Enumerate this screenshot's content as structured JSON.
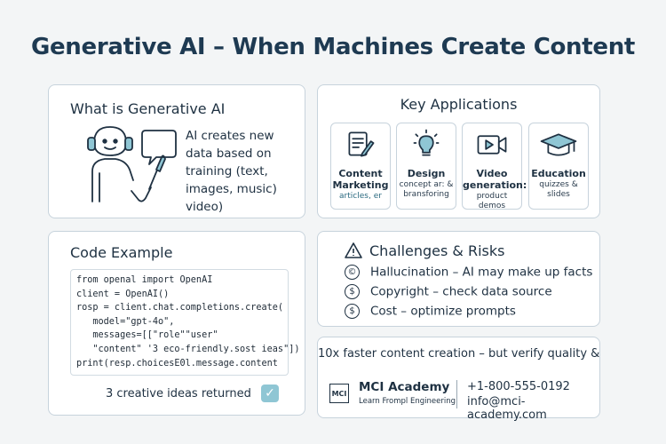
{
  "title": "Generative AI – When Machines Create Content",
  "what": {
    "heading": "What is Generative AI",
    "lines": [
      "AI creates new",
      "data based on",
      "training (text,",
      "images, music)",
      "video)"
    ]
  },
  "apps": {
    "heading": "Key Applications",
    "items": [
      {
        "title": "Content Marketing",
        "sub": "articles, er",
        "icon": "document-pen-icon"
      },
      {
        "title": "Design",
        "sub": "concept ar: & bransforing",
        "icon": "lightbulb-icon"
      },
      {
        "title": "Video generation:",
        "sub": "product demos",
        "icon": "video-camera-icon"
      },
      {
        "title": "Education",
        "sub": "quizzes & slides",
        "icon": "graduation-cap-icon"
      }
    ]
  },
  "code": {
    "heading": "Code Example",
    "lines": [
      "from openal import OpenAI",
      "client = OpenAI()",
      "rosp = client.chat.completions.create(",
      "   model=\"gpt-4o\",",
      "   messages=[[\"role\"\"user\"",
      "   \"content\" '3 eco-friendly.sost ieas\"])",
      "print(resp.choicesE0l.message.content"
    ],
    "result": "3 creative ideas returned"
  },
  "challenges": {
    "heading": "Challenges & Risks",
    "items": [
      {
        "text": "Hallucination – AI may make up facts",
        "glyph": "©"
      },
      {
        "text": "Copyright – check data source",
        "glyph": "$"
      },
      {
        "text": "Cost – optimize prompts",
        "glyph": "$"
      }
    ]
  },
  "footer": {
    "tagline": "10x faster content creation – but verify quality &",
    "logo": "MCI",
    "org": "MCI Academy",
    "sub": "Learn Frompl Engineering",
    "phone": "+1-800-555-0192",
    "email": "info@mci-academy.com"
  }
}
